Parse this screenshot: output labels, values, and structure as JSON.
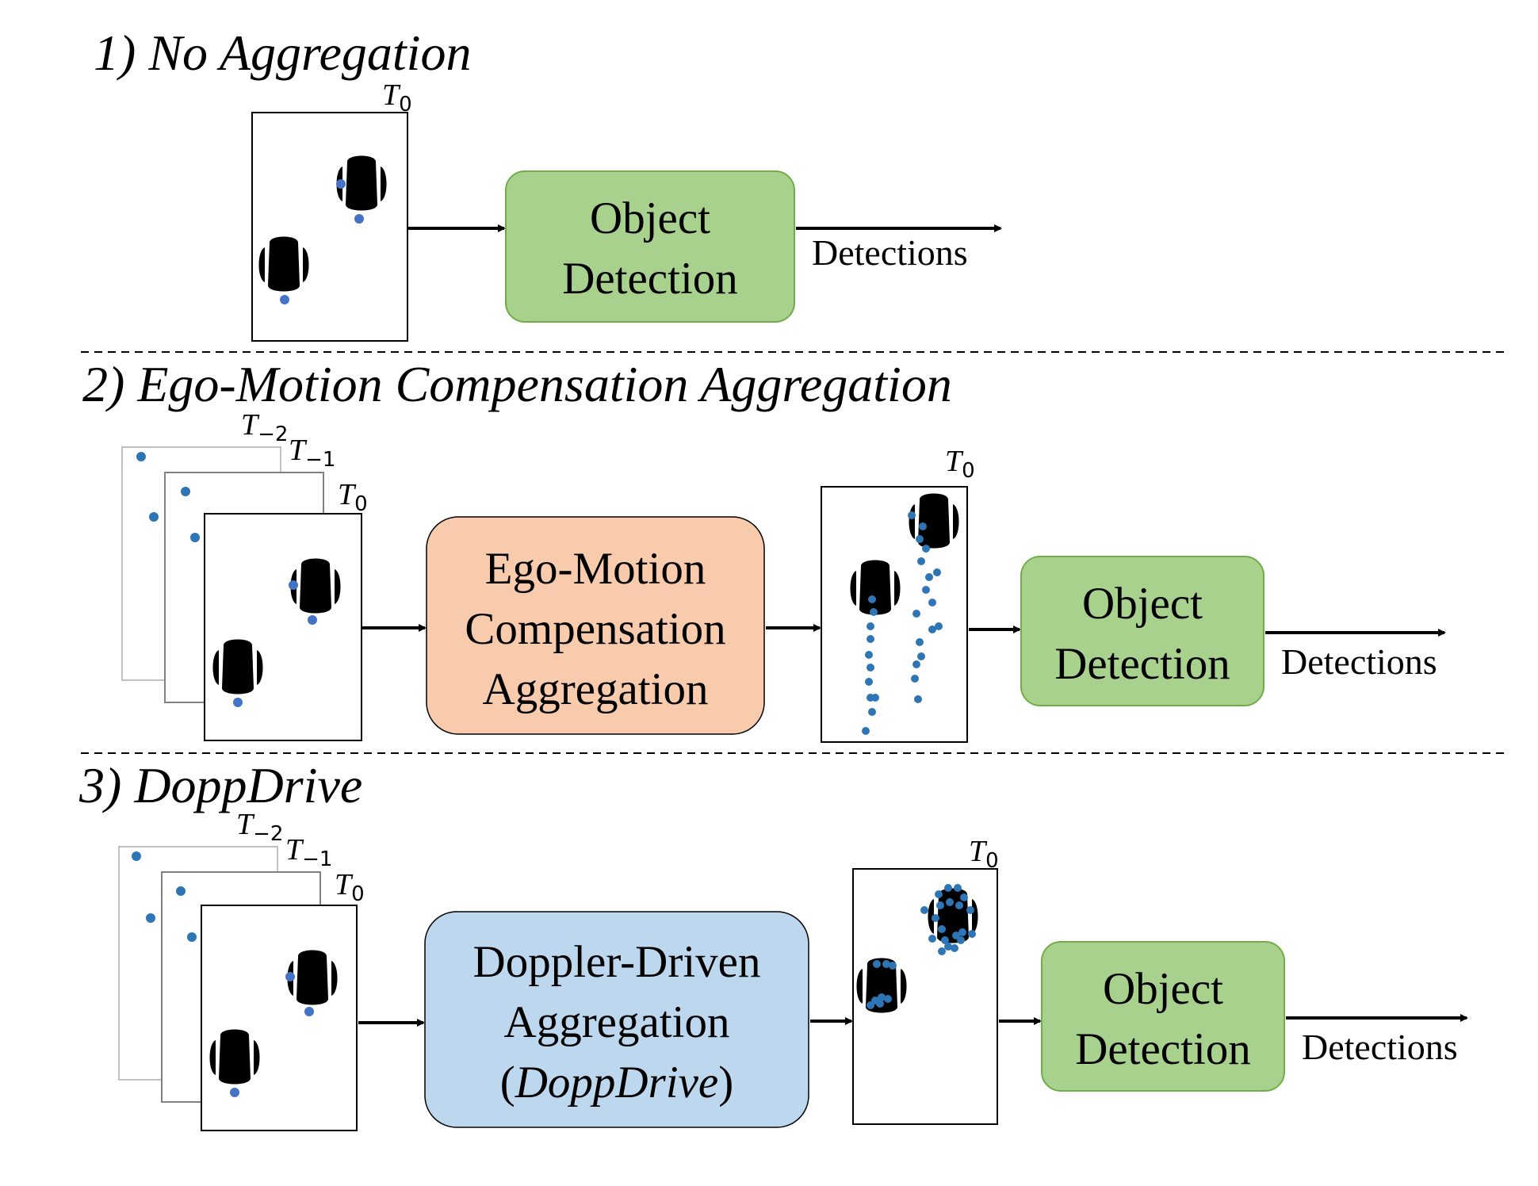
{
  "colors": {
    "object_detection_fill": "#a9d18e",
    "object_detection_stroke": "#70ad47",
    "ego_motion_fill": "#f8cbad",
    "doppdrive_fill": "#bdd7ee",
    "radar_point": "#2e75b6",
    "car_outline": "#8a8a8a"
  },
  "labels": {
    "t0": "T",
    "t0_sub": "0",
    "t1": "T",
    "t1_sub": "−1",
    "t2": "T",
    "t2_sub": "−2"
  },
  "section1": {
    "title": "1) No Aggregation",
    "detector": {
      "line1": "Object",
      "line2": "Detection"
    },
    "output": "Detections"
  },
  "section2": {
    "title": "2) Ego-Motion Compensation Aggregation",
    "aggregator": {
      "line1": "Ego-Motion",
      "line2": "Compensation",
      "line3": "Aggregation"
    },
    "detector": {
      "line1": "Object",
      "line2": "Detection"
    },
    "output": "Detections"
  },
  "section3": {
    "title": "3) DoppDrive",
    "aggregator": {
      "line1": "Doppler-Driven",
      "line2": "Aggregation",
      "line3_open": "(",
      "line3_italic": "DoppDrive",
      "line3_close": ")"
    },
    "detector": {
      "line1": "Object",
      "line2": "Detection"
    },
    "output": "Detections"
  }
}
